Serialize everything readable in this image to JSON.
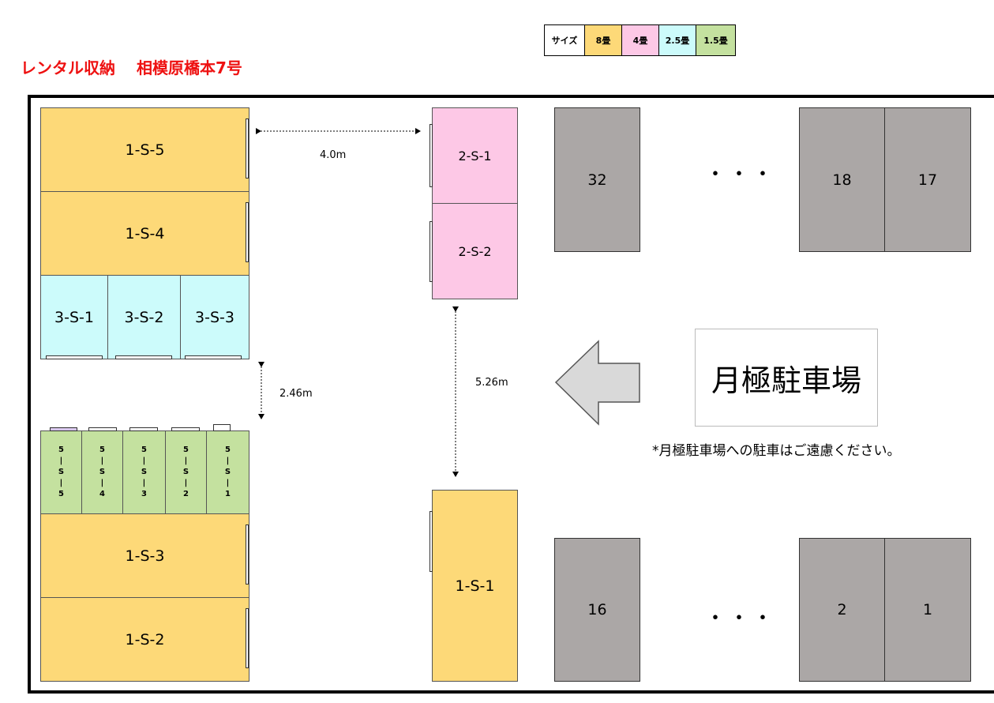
{
  "title": "レンタル収納　 相模原橋本7号",
  "legend": {
    "header": "サイズ",
    "items": [
      {
        "label": "8畳",
        "color": "#fdd978"
      },
      {
        "label": "4畳",
        "color": "#fdc8e6"
      },
      {
        "label": "2.5畳",
        "color": "#ccfbfb"
      },
      {
        "label": "1.5畳",
        "color": "#c4e19f"
      }
    ]
  },
  "units": {
    "s1_5": "1-S-5",
    "s1_4": "1-S-4",
    "s1_3": "1-S-3",
    "s1_2": "1-S-2",
    "s1_1": "1-S-1",
    "s2_1": "2-S-1",
    "s2_2": "2-S-2",
    "s3_1": "3-S-1",
    "s3_2": "3-S-2",
    "s3_3": "3-S-3",
    "s5": [
      "5\n|\nS\n|\n5",
      "5\n|\nS\n|\n4",
      "5\n|\nS\n|\n3",
      "5\n|\nS\n|\n2",
      "5\n|\nS\n|\n1"
    ]
  },
  "dimensions": {
    "top_gap": "4.0m",
    "left_gap": "2.46m",
    "center_gap": "5.26m"
  },
  "parking": {
    "top": [
      "32",
      "18",
      "17"
    ],
    "bottom": [
      "16",
      "2",
      "1"
    ],
    "ellipsis": "・・・"
  },
  "sign": {
    "label": "月極駐車場",
    "note": "*月極駐車場への駐車はご遠慮ください。"
  }
}
